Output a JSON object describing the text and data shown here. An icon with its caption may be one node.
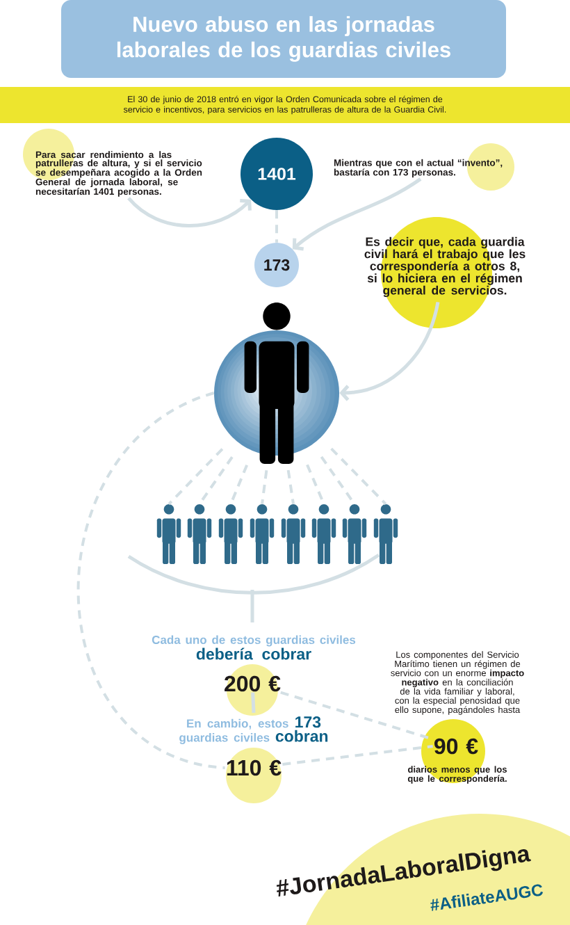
{
  "diagram": {
    "title": "Nuevo abuso en las jornadas laborales de los guardias civiles",
    "nodes": [
      {
        "text": [
          "Para sacar rendimiento a las patrulleras de altura, y si el servicio se desempeñara acogido a la Orden General de jornada laboral, se necesitarían 1401 personas."
        ]
      },
      {
        "text": [
          "1401"
        ]
      },
      {
        "text": [
          "Mientras que con el actual “invento”, bastaría con 173 personas."
        ]
      },
      {
        "text": [
          "173"
        ]
      },
      {
        "text": [
          "Es decir que, cada guardia civil hará el trabajo que les correspondería a otros 8, si lo hiciera en el régimen general de servicios."
        ]
      },
      {
        "text": [],
        "shape": "person"
      },
      {
        "text": [],
        "shape": "person"
      },
      {
        "text": [],
        "shape": "person"
      },
      {
        "text": [],
        "shape": "person"
      },
      {
        "text": [],
        "shape": "person"
      },
      {
        "text": [],
        "shape": "person"
      },
      {
        "text": [],
        "shape": "person"
      },
      {
        "text": [],
        "shape": "person"
      },
      {
        "text": [],
        "shape": "person"
      },
      {
        "text": [
          "Cada uno de estos guardias civiles",
          "debería cobrar"
        ]
      },
      {
        "text": [
          "200 €"
        ]
      },
      {
        "text": [
          "En cambio, estos **173** guardias civiles **cobran**"
        ]
      },
      {
        "text": [
          "110 €"
        ]
      },
      {
        "text": [
          "Los componentes del Servicio Marítimo tienen un régimen de servicio con un enorme **impacto negativo** en la conciliación de la vida familiar y laboral, con la especial penosidad que ello supone, pagándoles hasta"
        ]
      },
      {
        "text": [
          "90 €"
        ]
      },
      {
        "text": [
          "diarios menos que los que le correspondería."
        ]
      }
    ],
    "edges": [
      {
        "from": 0,
        "to": 1,
        "arrow": "to"
      },
      {
        "from": 2,
        "to": 3,
        "arrow": "to"
      },
      {
        "from": 1,
        "to": 3,
        "arrow": "none",
        "style": "dashed"
      },
      {
        "from": 4,
        "to": 5,
        "arrow": "to"
      },
      {
        "from": 5,
        "to": 6,
        "arrow": "none",
        "style": "dashed"
      },
      {
        "from": 5,
        "to": 7,
        "arrow": "none",
        "style": "dashed"
      },
      {
        "from": 5,
        "to": 8,
        "arrow": "none",
        "style": "dashed"
      },
      {
        "from": 5,
        "to": 9,
        "arrow": "none",
        "style": "dashed"
      },
      {
        "from": 5,
        "to": 10,
        "arrow": "none",
        "style": "dashed"
      },
      {
        "from": 5,
        "to": 11,
        "arrow": "none",
        "style": "dashed"
      },
      {
        "from": 5,
        "to": 12,
        "arrow": "none",
        "style": "dashed"
      },
      {
        "from": 5,
        "to": 13,
        "arrow": "none",
        "style": "dashed"
      },
      {
        "from": 15,
        "to": 16,
        "arrow": "none"
      },
      {
        "from": 5,
        "to": 17,
        "arrow": "none",
        "style": "dashed"
      },
      {
        "from": 15,
        "to": 19,
        "arrow": "none",
        "style": "dashed"
      },
      {
        "from": 17,
        "to": 19,
        "arrow": "none",
        "style": "dashed"
      }
    ],
    "labels": [
      "El 30 de junio de 2018 entró en vigor la Orden Comunicada sobre el régimen de servicio e incentivos, para servicios en las patrulleras de altura de la Guardia Civil.",
      "#JornadaLaboralDigna",
      "#AfiliateAUGC"
    ]
  }
}
